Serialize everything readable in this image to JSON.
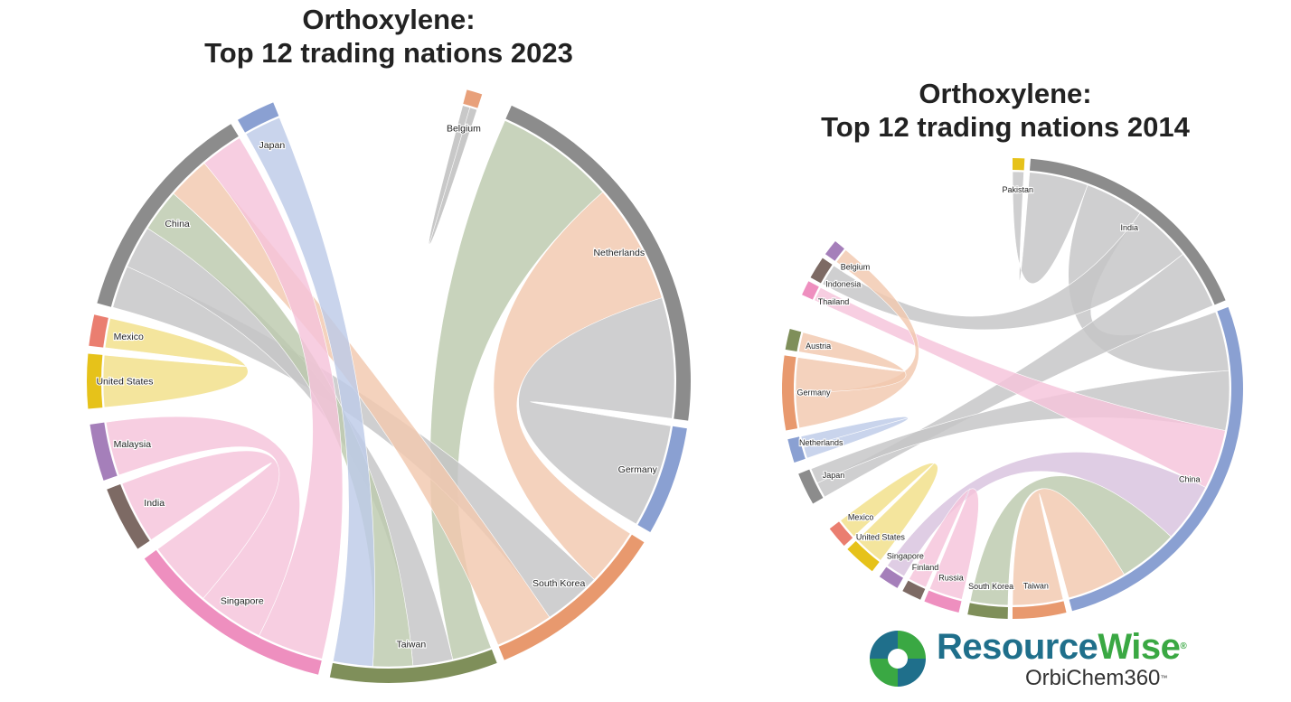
{
  "chart_data": [
    {
      "type": "chord",
      "title": "Orthoxylene:\nTop 12 trading nations 2023",
      "nodes": [
        {
          "name": "Belgium",
          "start": 1.0,
          "end": 1.2,
          "color": "#e8a07a"
        },
        {
          "name": "Netherlands",
          "start": 1.6,
          "end": 6.5,
          "color": "#8c8c8c"
        },
        {
          "name": "Germany",
          "start": 6.6,
          "end": 8.0,
          "color": "#8aa0d2"
        },
        {
          "name": "South Korea",
          "start": 8.15,
          "end": 10.5,
          "color": "#e8996e"
        },
        {
          "name": "Taiwan",
          "start": 10.6,
          "end": 12.75,
          "color": "#7f8f5a"
        },
        {
          "name": "Singapore",
          "start": 12.9,
          "end": 15.6,
          "color": "#ee8fbf"
        },
        {
          "name": "India",
          "start": 15.75,
          "end": 16.6,
          "color": "#7d6a64"
        },
        {
          "name": "Malaysia",
          "start": 16.72,
          "end": 17.45,
          "color": "#a57fba"
        },
        {
          "name": "United States",
          "start": 17.65,
          "end": 18.35,
          "color": "#e6c21a"
        },
        {
          "name": "Mexico",
          "start": 18.45,
          "end": 18.85,
          "color": "#ea7e70"
        },
        {
          "name": "China",
          "start": 19.0,
          "end": 21.9,
          "color": "#8c8c8c"
        },
        {
          "name": "Japan",
          "start": 22.0,
          "end": 22.5,
          "color": "#8aa0d2"
        }
      ],
      "links": [
        {
          "source": "Belgium",
          "target": "Belgium",
          "color": "#bcbcbc"
        },
        {
          "source": "Netherlands",
          "target": "Taiwan",
          "color": "#bcc9ad"
        },
        {
          "source": "Netherlands",
          "target": "South Korea",
          "color": "#f1c8ae"
        },
        {
          "source": "Netherlands",
          "target": "Germany",
          "color": "#c4c5c6"
        },
        {
          "source": "China",
          "target": "South Korea",
          "color": "#c4c5c6"
        },
        {
          "source": "China",
          "target": "Taiwan",
          "color": "#c4c5c6"
        },
        {
          "source": "China",
          "target": "Taiwan",
          "color": "#bcc9ad"
        },
        {
          "source": "China",
          "target": "South Korea",
          "color": "#f1c8ae"
        },
        {
          "source": "China",
          "target": "Singapore",
          "color": "#f5c3db"
        },
        {
          "source": "Japan",
          "target": "Taiwan",
          "color": "#bdcbe8"
        },
        {
          "source": "United States",
          "target": "Mexico",
          "color": "#f2df88"
        },
        {
          "source": "Malaysia",
          "target": "Singapore",
          "color": "#f5c3db"
        },
        {
          "source": "India",
          "target": "Singapore",
          "color": "#f5c3db"
        }
      ]
    },
    {
      "type": "chord",
      "title": "Orthoxylene:\nTop 12 trading nations 2014",
      "nodes": [
        {
          "name": "Pakistan",
          "start": 0.0,
          "end": 0.2,
          "color": "#e6c21a"
        },
        {
          "name": "India",
          "start": 0.3,
          "end": 4.5,
          "color": "#8c8c8c"
        },
        {
          "name": "China",
          "start": 4.62,
          "end": 11.0,
          "color": "#8aa0d2"
        },
        {
          "name": "Taiwan",
          "start": 11.1,
          "end": 12.0,
          "color": "#e8996e"
        },
        {
          "name": "South Korea",
          "start": 12.08,
          "end": 12.75,
          "color": "#7f8f5a"
        },
        {
          "name": "Russia",
          "start": 12.9,
          "end": 13.5,
          "color": "#ee8fbf"
        },
        {
          "name": "Finland",
          "start": 13.57,
          "end": 13.9,
          "color": "#7d6a64"
        },
        {
          "name": "Singapore",
          "start": 14.0,
          "end": 14.35,
          "color": "#a57fba"
        },
        {
          "name": "United States",
          "start": 14.5,
          "end": 15.05,
          "color": "#e6c21a"
        },
        {
          "name": "Mexico",
          "start": 15.13,
          "end": 15.5,
          "color": "#ea7e70"
        },
        {
          "name": "Japan",
          "start": 16.0,
          "end": 16.55,
          "color": "#8c8c8c"
        },
        {
          "name": "Netherlands",
          "start": 16.75,
          "end": 17.15,
          "color": "#8aa0d2"
        },
        {
          "name": "Germany",
          "start": 17.3,
          "end": 18.55,
          "color": "#e8996e"
        },
        {
          "name": "Austria",
          "start": 18.65,
          "end": 19.0,
          "color": "#7f8f5a"
        },
        {
          "name": "Thailand",
          "start": 19.6,
          "end": 19.85,
          "color": "#ee8fbf"
        },
        {
          "name": "Indonesia",
          "start": 19.92,
          "end": 20.3,
          "color": "#7d6a64"
        },
        {
          "name": "Belgium",
          "start": 20.38,
          "end": 20.65,
          "color": "#a57fba"
        }
      ],
      "links": [
        {
          "source": "Pakistan",
          "target": "India",
          "color": "#c4c5c6"
        },
        {
          "source": "India",
          "target": "China",
          "color": "#c4c5c6"
        },
        {
          "source": "India",
          "target": "Indonesia",
          "color": "#c4c5c6"
        },
        {
          "source": "India",
          "target": "Japan",
          "color": "#c4c5c6"
        },
        {
          "source": "China",
          "target": "Japan",
          "color": "#c4c5c6"
        },
        {
          "source": "China",
          "target": "Thailand",
          "color": "#f5c3db"
        },
        {
          "source": "China",
          "target": "Singapore",
          "color": "#d8c2de"
        },
        {
          "source": "China",
          "target": "South Korea",
          "color": "#bcc9ad"
        },
        {
          "source": "China",
          "target": "Taiwan",
          "color": "#f1c8ae"
        },
        {
          "source": "Germany",
          "target": "Belgium",
          "color": "#f1c8ae"
        },
        {
          "source": "Germany",
          "target": "Austria",
          "color": "#f1c8ae"
        },
        {
          "source": "Netherlands",
          "target": "Netherlands",
          "color": "#bdcbe8"
        },
        {
          "source": "United States",
          "target": "Mexico",
          "color": "#f2df88"
        },
        {
          "source": "Russia",
          "target": "Finland",
          "color": "#f5c3db"
        }
      ]
    }
  ],
  "logo": {
    "word_a": "Resource",
    "word_b": "Wise",
    "reg": "®",
    "sub": "OrbiChem360",
    "tm": "™"
  }
}
